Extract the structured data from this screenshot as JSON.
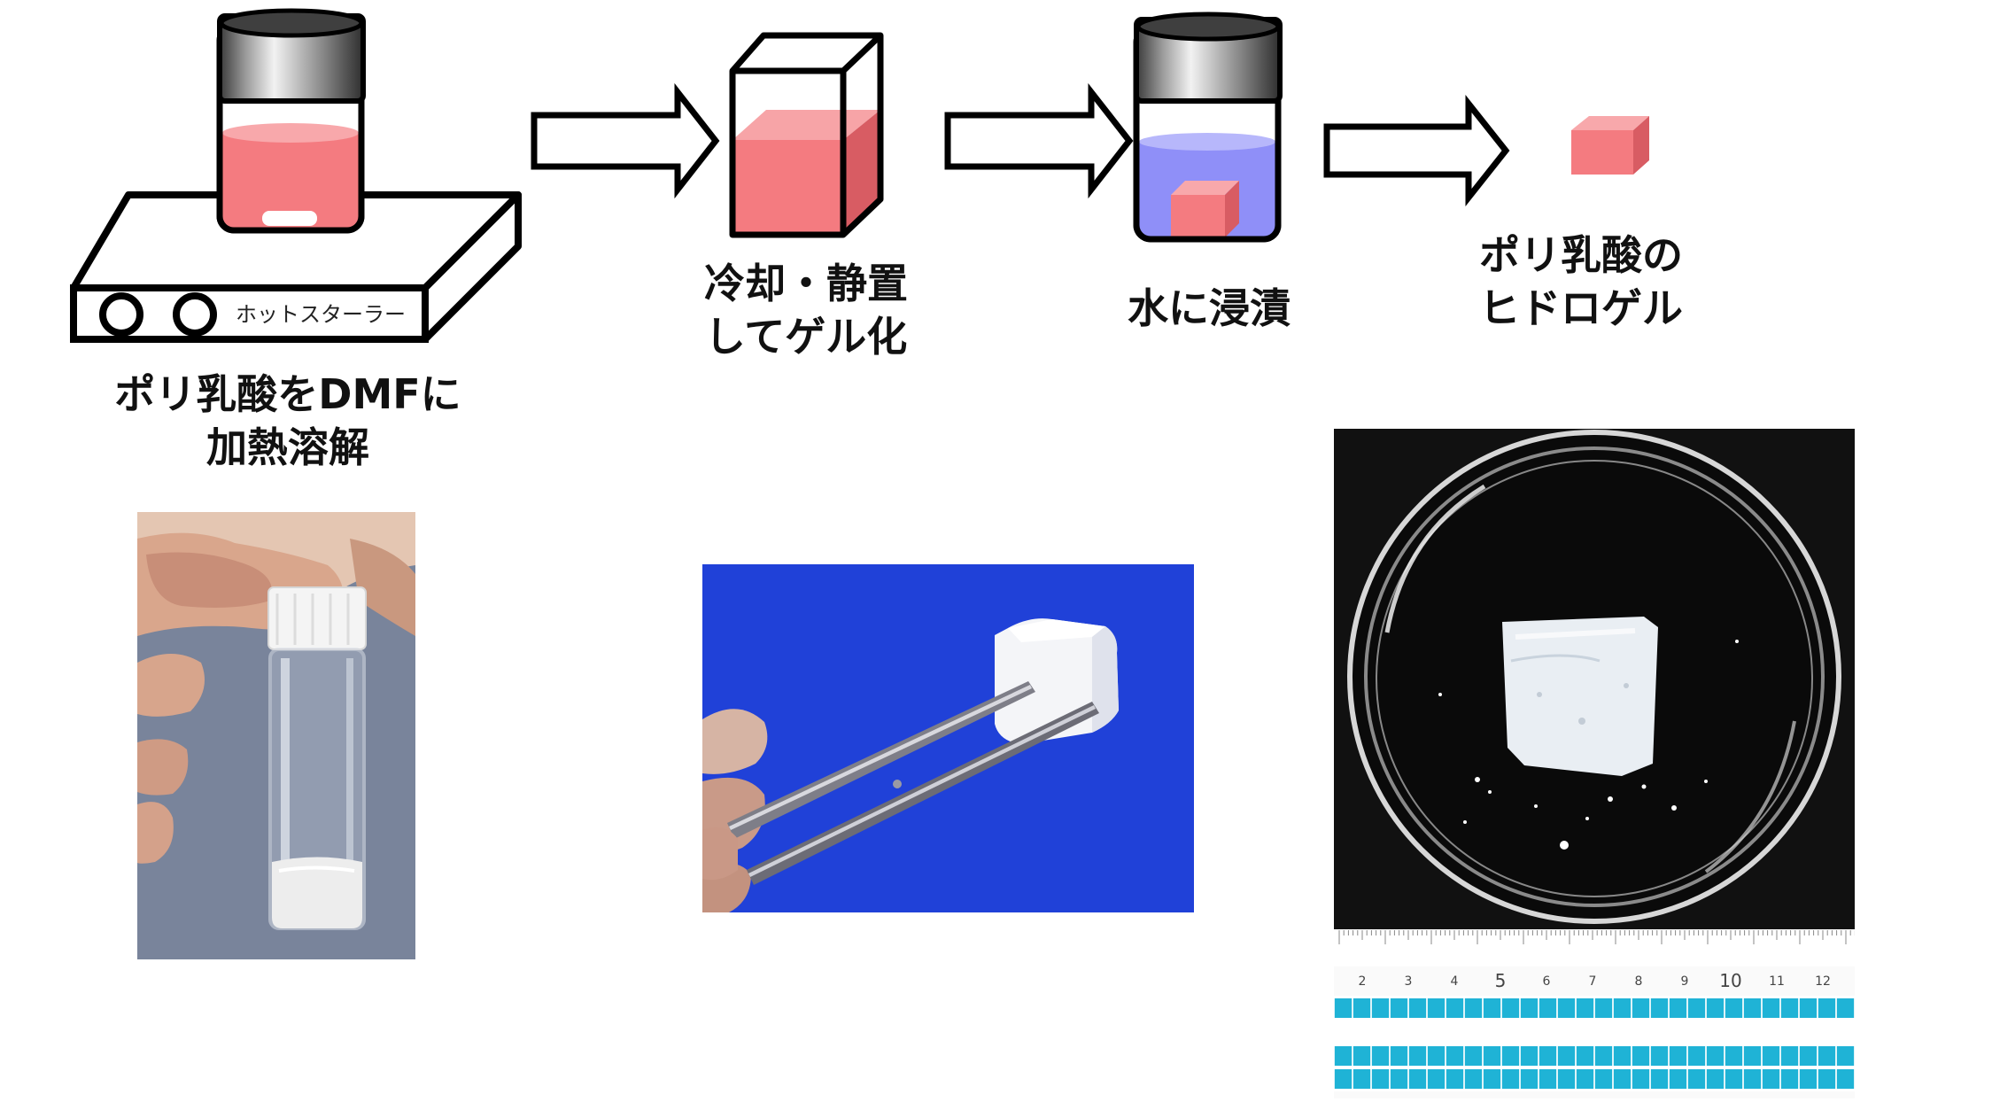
{
  "steps": [
    {
      "label_line1": "ポリ乳酸をDMFに",
      "label_line2": "加熱溶解"
    },
    {
      "label_line1": "冷却・静置",
      "label_line2": "してゲル化"
    },
    {
      "label_line1": "水に浸漬",
      "label_line2": ""
    },
    {
      "label_line1": "ポリ乳酸の",
      "label_line2": "ヒドロゲル"
    }
  ],
  "stirrer_text": "ホットスターラー",
  "ruler": {
    "numbers": [
      "2",
      "3",
      "4",
      "5",
      "6",
      "7",
      "8",
      "9",
      "10",
      "11",
      "12"
    ]
  },
  "colors": {
    "polymer_solution": "#f47b80",
    "water": "#8f8ff8",
    "sponge_blue_background": "#1b3fd6",
    "grid_cyan": "#1fb3d6"
  },
  "icons": [
    "stirrer-icon",
    "vial-icon",
    "gel-container-icon",
    "hydrogel-cube-icon",
    "arrow-right-icon"
  ]
}
